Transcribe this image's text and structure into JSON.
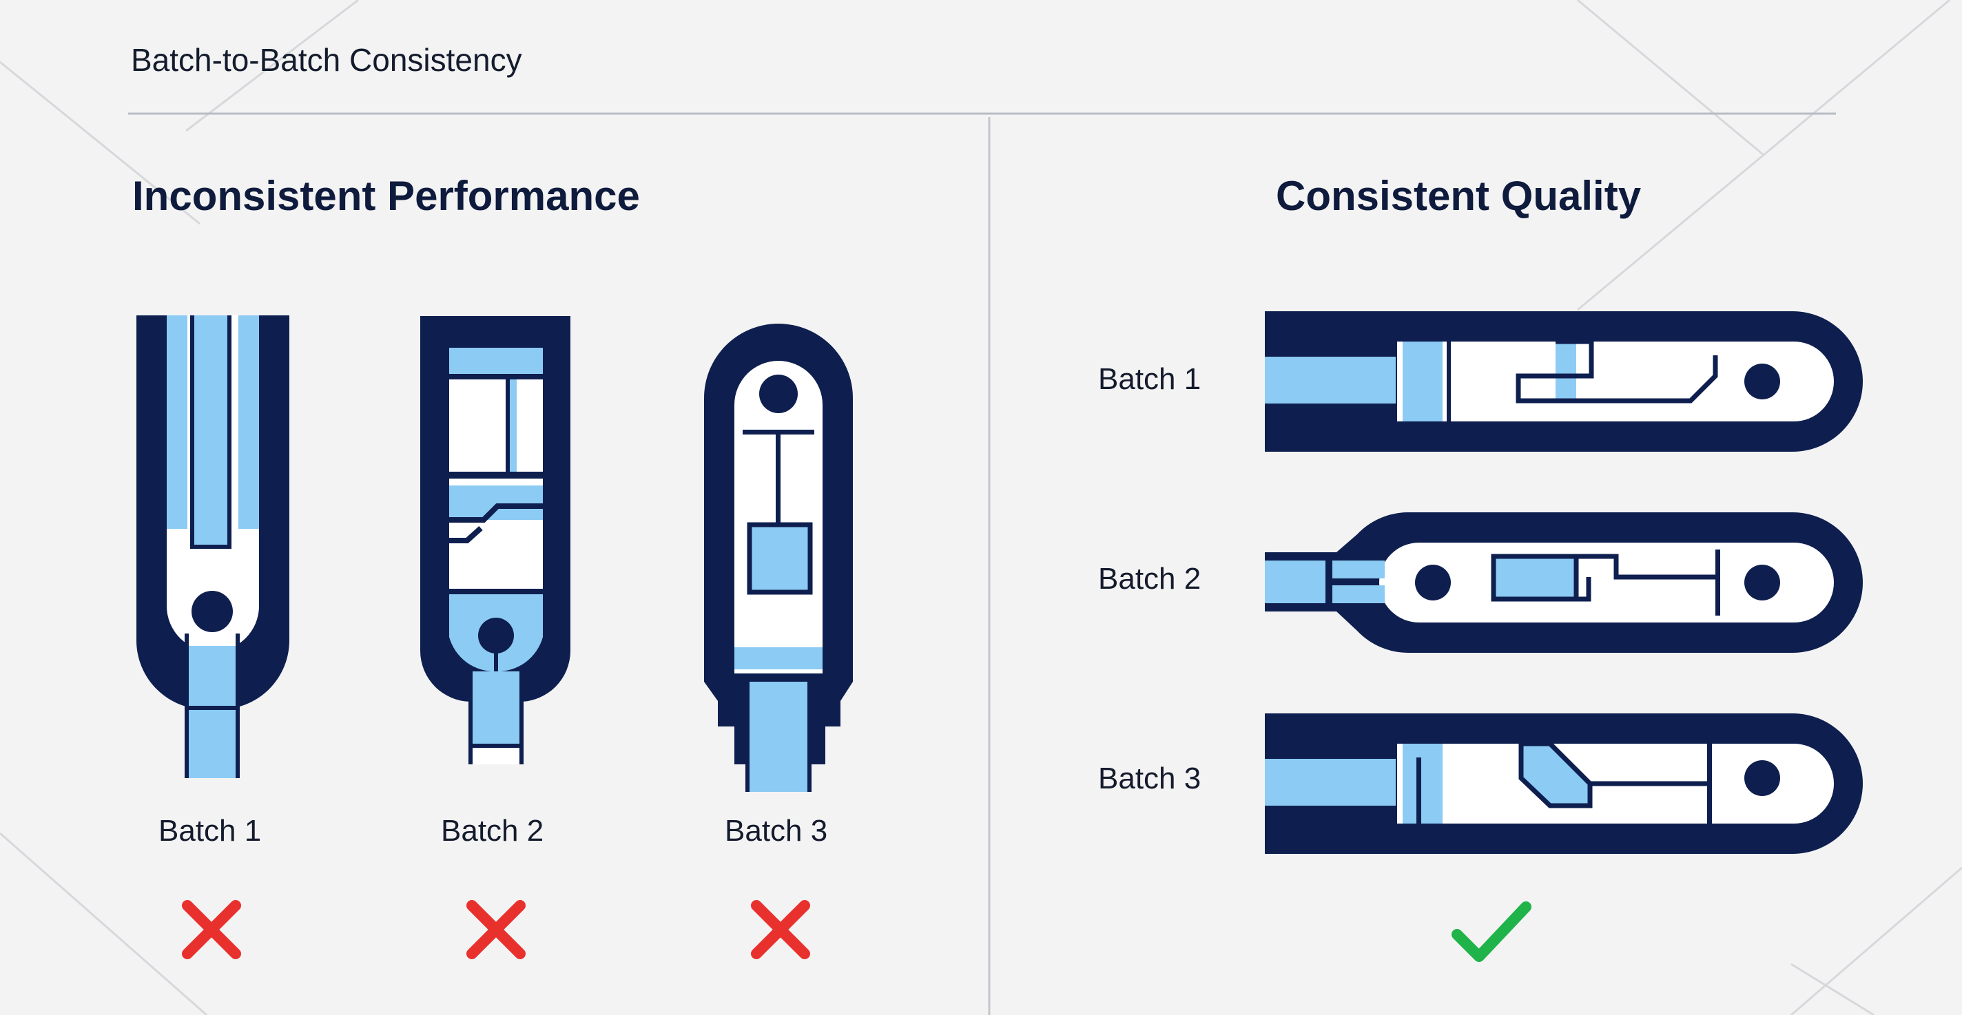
{
  "header": {
    "title": "Batch-to-Batch Consistency"
  },
  "left_panel": {
    "title": "Inconsistent Performance",
    "items": [
      {
        "label": "Batch 1",
        "result": "cross-icon"
      },
      {
        "label": "Batch 2",
        "result": "cross-icon"
      },
      {
        "label": "Batch 3",
        "result": "cross-icon"
      }
    ]
  },
  "right_panel": {
    "title": "Consistent Quality",
    "items": [
      {
        "label": "Batch 1"
      },
      {
        "label": "Batch 2"
      },
      {
        "label": "Batch 3"
      }
    ],
    "result": "check-icon"
  },
  "colors": {
    "navy": "#0e1f4f",
    "light_blue": "#8ccbf3",
    "white": "#ffffff",
    "cross_red": "#e8312d",
    "check_green": "#1fb34a",
    "divider": "#b8bcc4",
    "background": "#f3f3f3"
  }
}
